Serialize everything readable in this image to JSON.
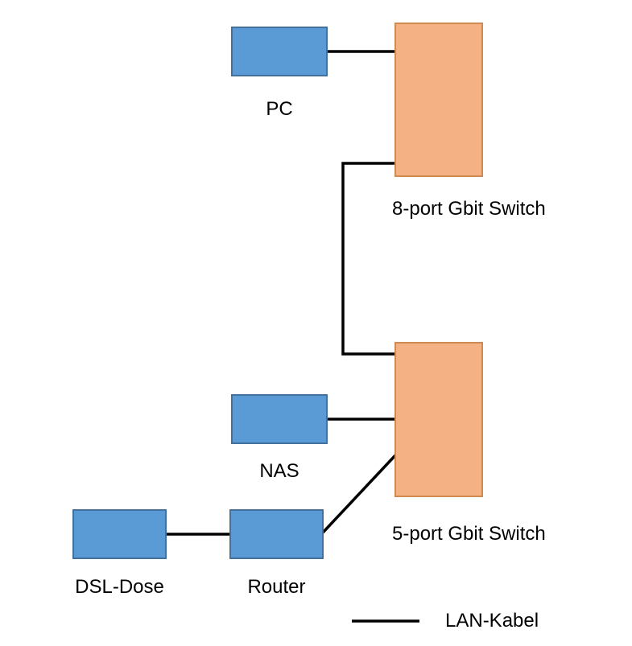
{
  "diagram": {
    "nodes": {
      "pc": {
        "label": "PC",
        "type": "device"
      },
      "switch8": {
        "label": "8-port Gbit Switch",
        "type": "switch"
      },
      "switch5": {
        "label": "5-port Gbit Switch",
        "type": "switch"
      },
      "nas": {
        "label": "NAS",
        "type": "device"
      },
      "router": {
        "label": "Router",
        "type": "device"
      },
      "dsl": {
        "label": "DSL-Dose",
        "type": "device"
      }
    },
    "edges": [
      {
        "from": "pc",
        "to": "switch8",
        "kind": "lan-cable"
      },
      {
        "from": "switch8",
        "to": "switch5",
        "kind": "lan-cable"
      },
      {
        "from": "nas",
        "to": "switch5",
        "kind": "lan-cable"
      },
      {
        "from": "router",
        "to": "switch5",
        "kind": "lan-cable"
      },
      {
        "from": "dsl",
        "to": "router",
        "kind": "lan-cable"
      }
    ],
    "legend": {
      "label": "LAN-Kabel"
    },
    "colors": {
      "device_fill": "#5B9BD5",
      "device_border": "#41719C",
      "switch_fill": "#F4B183",
      "switch_border": "#CE8A51",
      "cable": "#000000"
    }
  }
}
